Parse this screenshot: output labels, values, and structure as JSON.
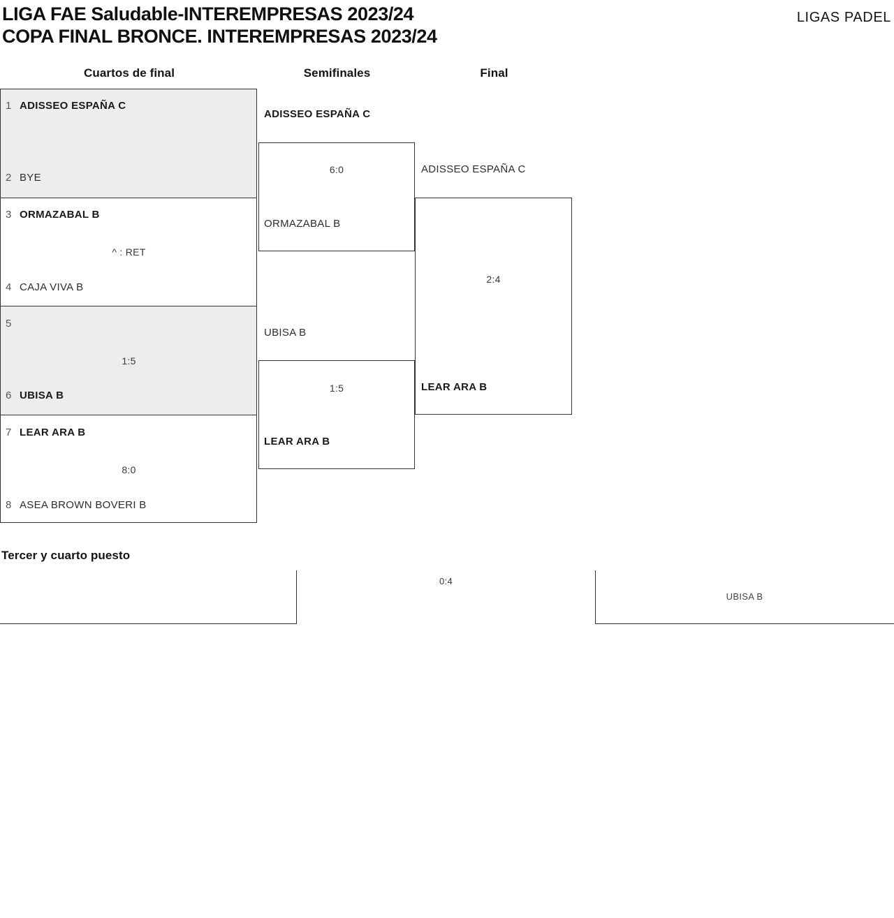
{
  "header": {
    "title_line1": "LIGA FAE Saludable-INTEREMPRESAS 2023/24",
    "title_line2": "COPA FINAL BRONCE. INTEREMPRESAS 2023/24",
    "brand": "LIGAS PADEL"
  },
  "rounds": {
    "quarterfinals": "Cuartos de final",
    "semifinals": "Semifinales",
    "final": "Final"
  },
  "quarterfinals": [
    {
      "slot1": {
        "seed": "1",
        "name": "ADISSEO ESPAÑA C"
      },
      "slot2": {
        "seed": "2",
        "name": "BYE"
      },
      "score": "",
      "winner": "slot1"
    },
    {
      "slot1": {
        "seed": "3",
        "name": "ORMAZABAL B"
      },
      "slot2": {
        "seed": "4",
        "name": "CAJA VIVA B"
      },
      "score": "^ : RET",
      "winner": "slot1"
    },
    {
      "slot1": {
        "seed": "5",
        "name": ""
      },
      "slot2": {
        "seed": "6",
        "name": "UBISA B"
      },
      "score": "1:5",
      "winner": "slot2"
    },
    {
      "slot1": {
        "seed": "7",
        "name": "LEAR ARA B"
      },
      "slot2": {
        "seed": "8",
        "name": "ASEA BROWN BOVERI B"
      },
      "score": "8:0",
      "winner": "slot1"
    }
  ],
  "semifinals": [
    {
      "team1": "ADISSEO ESPAÑA C",
      "team2": "ORMAZABAL B",
      "score": "6:0",
      "winner": "team1"
    },
    {
      "team1": "UBISA B",
      "team2": "LEAR ARA B",
      "score": "1:5",
      "winner": "team2"
    }
  ],
  "final": {
    "team1": "ADISSEO ESPAÑA C",
    "team2": "LEAR ARA B",
    "score": "2:4",
    "winner": "team2"
  },
  "third_place": {
    "heading": "Tercer y cuarto puesto",
    "score": "0:4",
    "team1": "",
    "team2": "UBISA B"
  },
  "colors": {
    "border": "#333333",
    "shaded_cell": "#ededed",
    "page_background": "#ffffff"
  }
}
